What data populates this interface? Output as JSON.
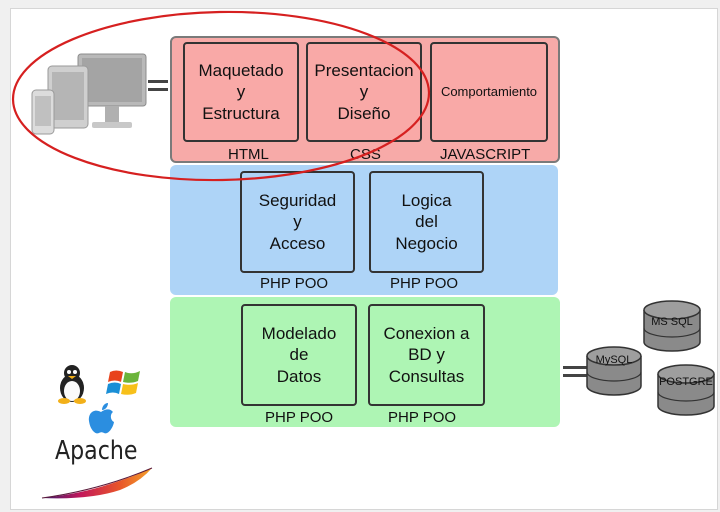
{
  "presentation": {
    "boxes": [
      {
        "label": "Maquetado\ny\nEstructura"
      },
      {
        "label": "Presentacion\ny\nDiseño"
      },
      {
        "label": "Comportamiento"
      }
    ],
    "tags": [
      "HTML",
      "CSS",
      "JAVASCRIPT"
    ]
  },
  "logic": {
    "boxes": [
      {
        "label": "Seguridad\ny\nAcceso"
      },
      {
        "label": "Logica\ndel\nNegocio"
      }
    ],
    "tags": [
      "PHP POO",
      "PHP POO"
    ]
  },
  "data": {
    "boxes": [
      {
        "label": "Modelado\nde\nDatos"
      },
      {
        "label": "Conexion a\nBD y\nConsultas"
      }
    ],
    "tags": [
      "PHP POO",
      "PHP POO"
    ]
  },
  "databases": [
    "MS SQL",
    "MySQL",
    "POSTGRE"
  ],
  "server": {
    "name": "Apache"
  },
  "colors": {
    "presentation_layer": "#f7aaa8",
    "logic_layer": "#aed4f7",
    "data_layer": "#aef5b4",
    "highlight_ellipse": "#d62020",
    "database": "#8a8a8a"
  },
  "icons": [
    "devices-icon",
    "linux-icon",
    "windows-icon",
    "apple-icon",
    "apache-feather-icon",
    "database-icon"
  ]
}
